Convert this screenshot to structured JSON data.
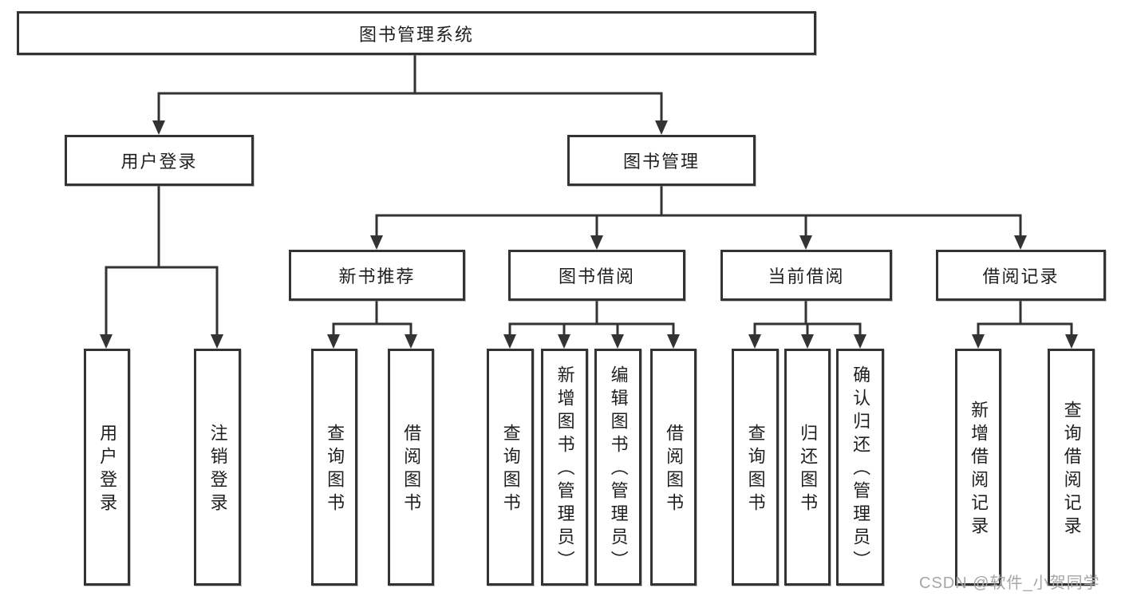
{
  "diagram": {
    "root": {
      "label": "图书管理系统"
    },
    "branches": [
      {
        "label": "用户登录",
        "children": [
          {
            "label": "用户登录"
          },
          {
            "label": "注销登录"
          }
        ]
      },
      {
        "label": "图书管理",
        "children": [
          {
            "label": "新书推荐",
            "children": [
              {
                "label": "查询图书"
              },
              {
                "label": "借阅图书"
              }
            ]
          },
          {
            "label": "图书借阅",
            "children": [
              {
                "label": "查询图书"
              },
              {
                "label": "新增图书（管理员）"
              },
              {
                "label": "编辑图书（管理员）"
              },
              {
                "label": "借阅图书"
              }
            ]
          },
          {
            "label": "当前借阅",
            "children": [
              {
                "label": "查询图书"
              },
              {
                "label": "归还图书"
              },
              {
                "label": "确认归还（管理员）"
              }
            ]
          },
          {
            "label": "借阅记录",
            "children": [
              {
                "label": "新增借阅记录"
              },
              {
                "label": "查询借阅记录"
              }
            ]
          }
        ]
      }
    ]
  },
  "watermark": {
    "text": "CSDN @软件_小贺同学"
  },
  "colors": {
    "line": "#333333",
    "box_border": "#333333",
    "box_fill": "#ffffff",
    "text": "#1f1f1f",
    "watermark": "#a6a6a6",
    "background": "#ffffff"
  }
}
